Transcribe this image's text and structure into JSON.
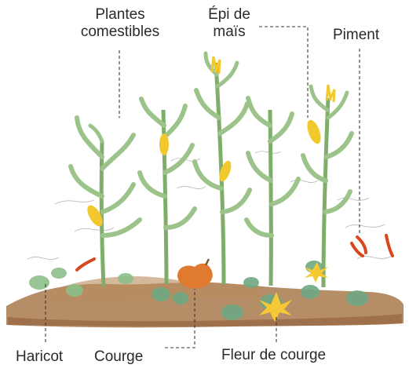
{
  "labels": {
    "edible_plants_line1": "Plantes",
    "edible_plants_line2": "comestibles",
    "corn_ear_line1": "Épi de",
    "corn_ear_line2": "maïs",
    "chili": "Piment",
    "bean": "Haricot",
    "squash": "Courge",
    "squash_flower": "Fleur de courge"
  },
  "colors": {
    "soil": "#a87a4e",
    "soil_dark": "#8a5a34",
    "corn_leaf": "#9cc48a",
    "corn_stalk": "#7fae6a",
    "corn_ear": "#f2c92c",
    "squash_leaf": "#6fa883",
    "squash": "#e07a2e",
    "squash_flower": "#f5c835",
    "chili": "#d9471f",
    "text": "#2a2a2a"
  }
}
